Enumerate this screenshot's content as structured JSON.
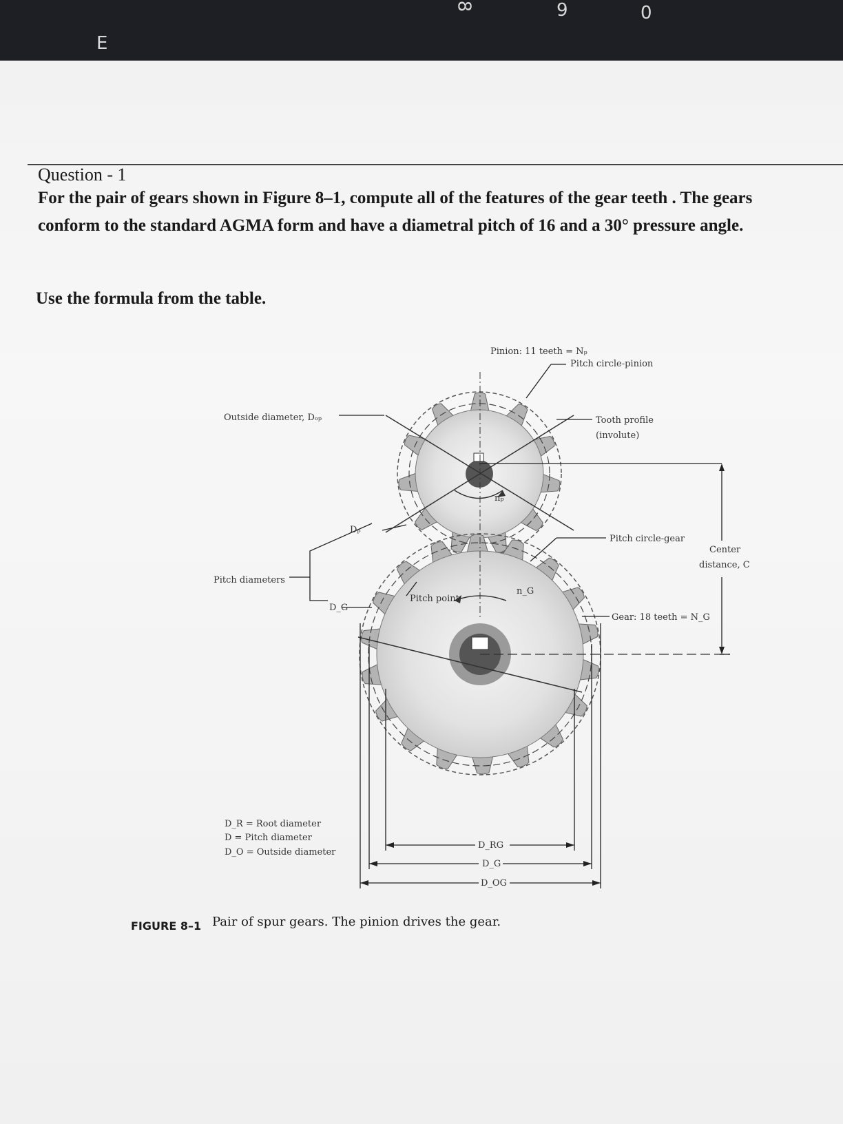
{
  "keyboard": {
    "keys": [
      "E",
      "8",
      "9",
      "0"
    ]
  },
  "question": {
    "title": "Question - 1",
    "body": "For the pair of gears shown in Figure 8–1, compute all of the features of the gear teeth . The gears conform to the standard AGMA form and have a diametral pitch of 16 and a 30° pressure angle.",
    "instruction": "Use the formula from the table."
  },
  "figure": {
    "labels": {
      "pinion": "Pinion: 11 teeth = Nₚ",
      "pitch_circle_pinion": "Pitch circle-pinion",
      "outside_diameter": "Outside diameter, Dₒₚ",
      "tooth_profile_1": "Tooth profile",
      "tooth_profile_2": "(involute)",
      "np": "nₚ",
      "dp": "Dₚ",
      "pitch_circle_gear": "Pitch circle-gear",
      "center_distance_1": "Center",
      "center_distance_2": "distance, C",
      "pitch_diameters": "Pitch diameters",
      "pitch_point": "Pitch point",
      "ng": "n_G",
      "dg": "D_G",
      "gear": "Gear: 18 teeth = N_G",
      "legend_root": "D_R = Root diameter",
      "legend_pitch": "D = Pitch diameter",
      "legend_outside": "D_O = Outside diameter",
      "drg": "D_RG",
      "dg_bottom": "D_G",
      "dog": "D_OG"
    },
    "caption_label": "FIGURE 8–1",
    "caption_text": "Pair of spur gears. The pinion drives the gear.",
    "pinion_teeth": 11,
    "gear_teeth": 18
  }
}
